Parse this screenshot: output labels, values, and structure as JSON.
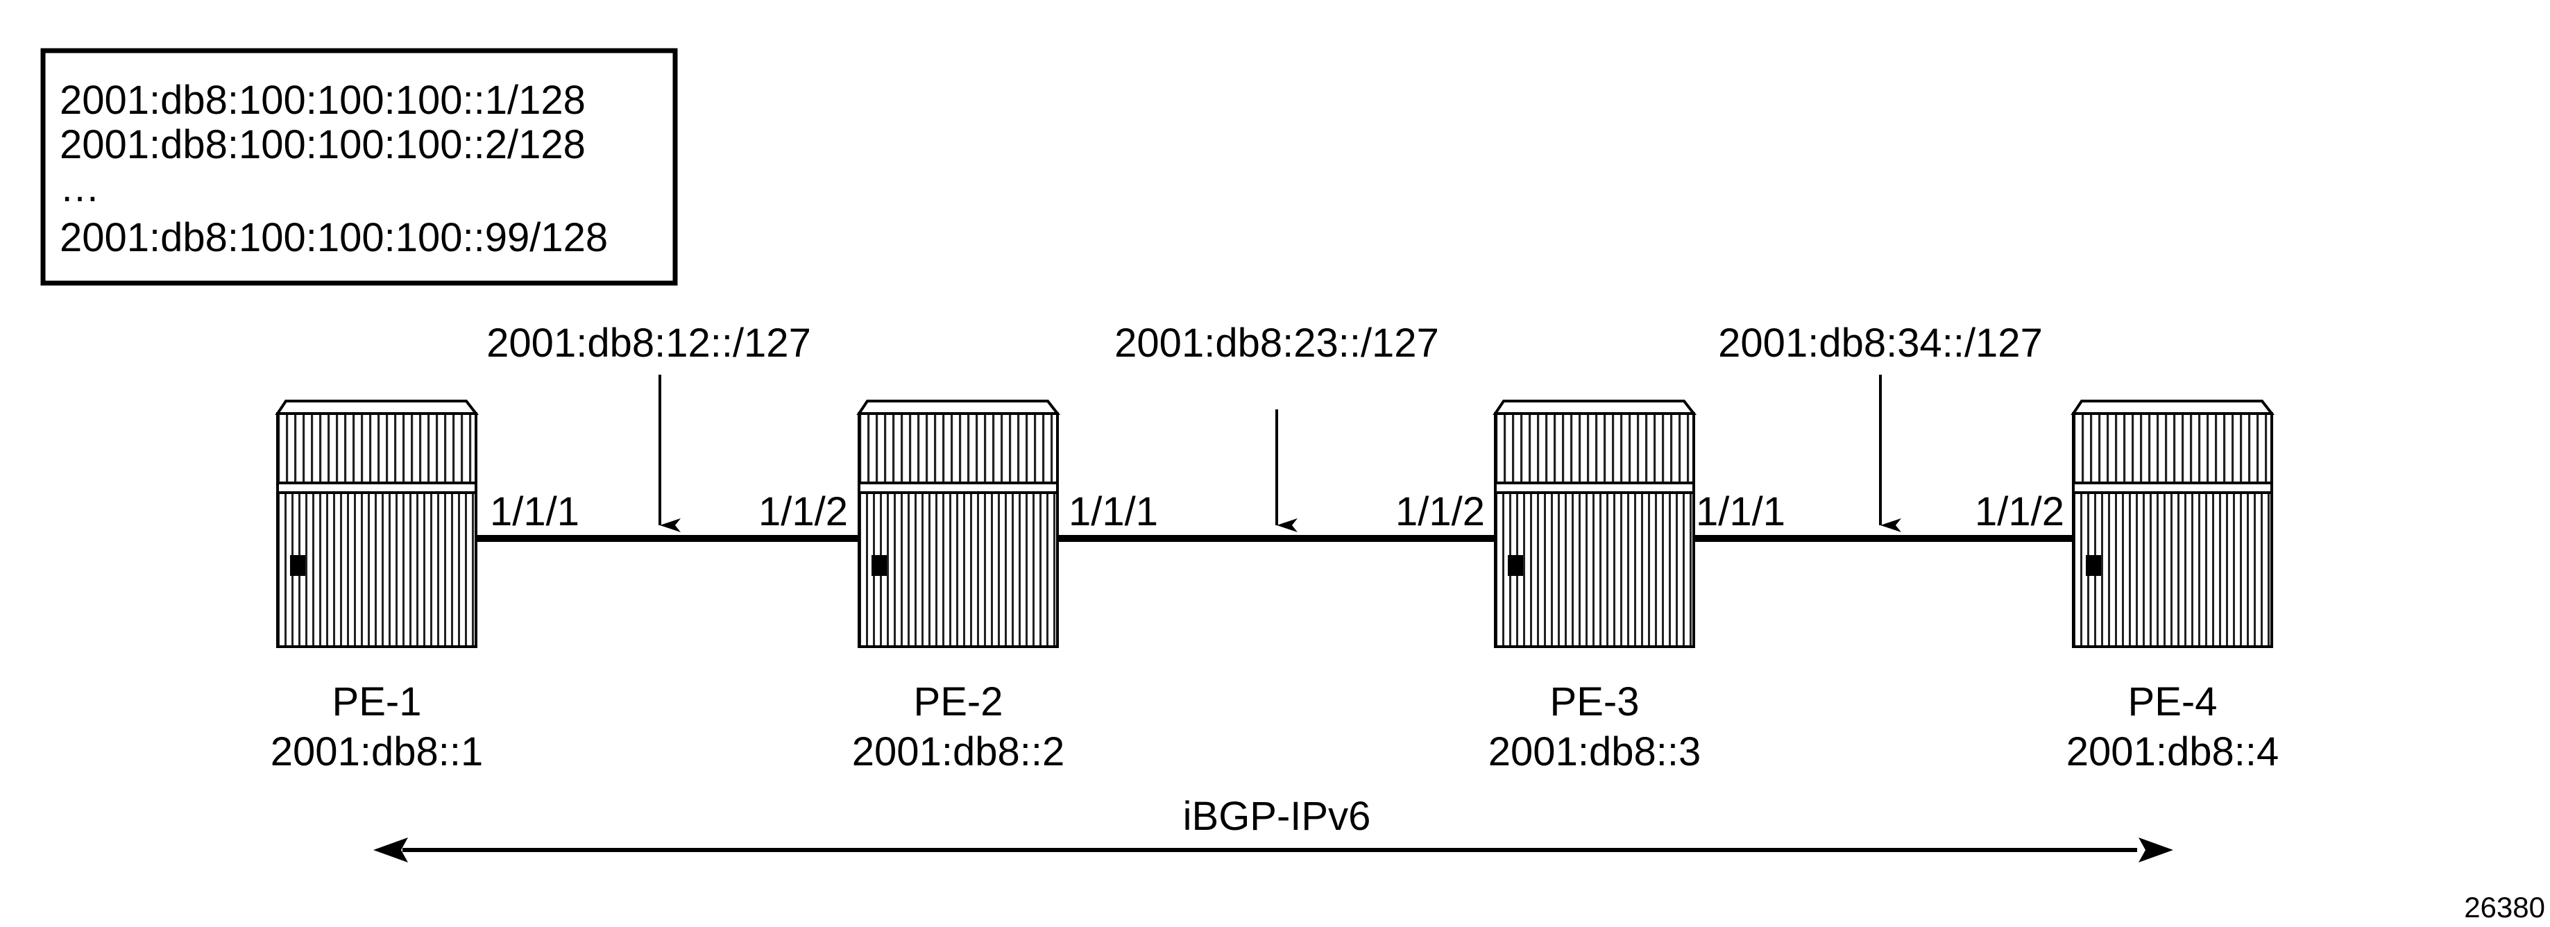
{
  "prefix_box": {
    "lines": [
      "2001:db8:100:100:100::1/128",
      "2001:db8:100:100:100::2/128",
      "…",
      "2001:db8:100:100:100::99/128"
    ]
  },
  "routers": [
    {
      "name": "PE-1",
      "address": "2001:db8::1"
    },
    {
      "name": "PE-2",
      "address": "2001:db8::2"
    },
    {
      "name": "PE-3",
      "address": "2001:db8::3"
    },
    {
      "name": "PE-4",
      "address": "2001:db8::4"
    }
  ],
  "links": [
    {
      "subnet": "2001:db8:12::/127",
      "left_port": "1/1/1",
      "right_port": "1/1/2"
    },
    {
      "subnet": "2001:db8:23::/127",
      "left_port": "1/1/1",
      "right_port": "1/1/2"
    },
    {
      "subnet": "2001:db8:34::/127",
      "left_port": "1/1/1",
      "right_port": "1/1/2"
    }
  ],
  "session": {
    "label": "iBGP-IPv6"
  },
  "figure_id": "26380"
}
